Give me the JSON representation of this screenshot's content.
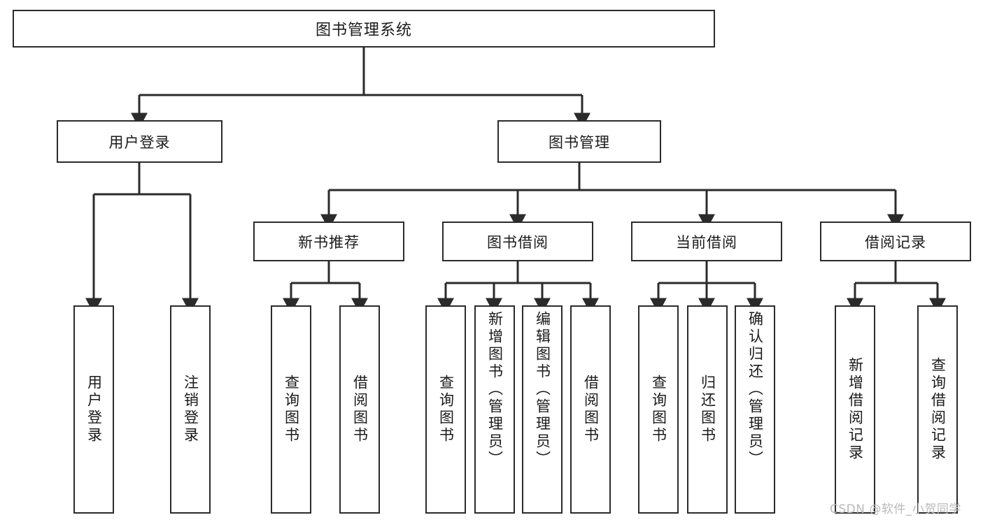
{
  "diagram": {
    "title": "图书管理系统",
    "root": {
      "id": "root",
      "label": "图书管理系统"
    },
    "level1": [
      {
        "id": "user-login",
        "label": "用户登录"
      },
      {
        "id": "book-manage",
        "label": "图书管理"
      }
    ],
    "level2": [
      {
        "id": "new-book-recommend",
        "label": "新书推荐",
        "parent": "book-manage"
      },
      {
        "id": "book-borrow",
        "label": "图书借阅",
        "parent": "book-manage"
      },
      {
        "id": "current-borrow",
        "label": "当前借阅",
        "parent": "book-manage"
      },
      {
        "id": "borrow-record",
        "label": "借阅记录",
        "parent": "book-manage"
      }
    ],
    "leaves": [
      {
        "id": "leaf-user-login",
        "label": "用户登录",
        "parent": "user-login"
      },
      {
        "id": "leaf-user-logout",
        "label": "注销登录",
        "parent": "user-login"
      },
      {
        "id": "leaf-query-book-1",
        "label": "查询图书",
        "parent": "new-book-recommend"
      },
      {
        "id": "leaf-borrow-book-1",
        "label": "借阅图书",
        "parent": "new-book-recommend"
      },
      {
        "id": "leaf-query-book-2",
        "label": "查询图书",
        "parent": "book-borrow"
      },
      {
        "id": "leaf-add-book",
        "label": "新增图书（管理员）",
        "parent": "book-borrow"
      },
      {
        "id": "leaf-edit-book",
        "label": "编辑图书（管理员）",
        "parent": "book-borrow"
      },
      {
        "id": "leaf-borrow-book-2",
        "label": "借阅图书",
        "parent": "book-borrow"
      },
      {
        "id": "leaf-query-book-3",
        "label": "查询图书",
        "parent": "current-borrow"
      },
      {
        "id": "leaf-return-book",
        "label": "归还图书",
        "parent": "current-borrow"
      },
      {
        "id": "leaf-confirm-return",
        "label": "确认归还（管理员）",
        "parent": "current-borrow"
      },
      {
        "id": "leaf-add-record",
        "label": "新增借阅记录",
        "parent": "borrow-record"
      },
      {
        "id": "leaf-query-record",
        "label": "查询借阅记录",
        "parent": "borrow-record"
      }
    ],
    "colors": {
      "stroke": "#2b2b2b",
      "fill": "#ffffff",
      "text": "#1a1a1a",
      "watermark": "#b9b9b9"
    }
  },
  "watermark": {
    "text": "CSDN @软件_小贺同学"
  }
}
